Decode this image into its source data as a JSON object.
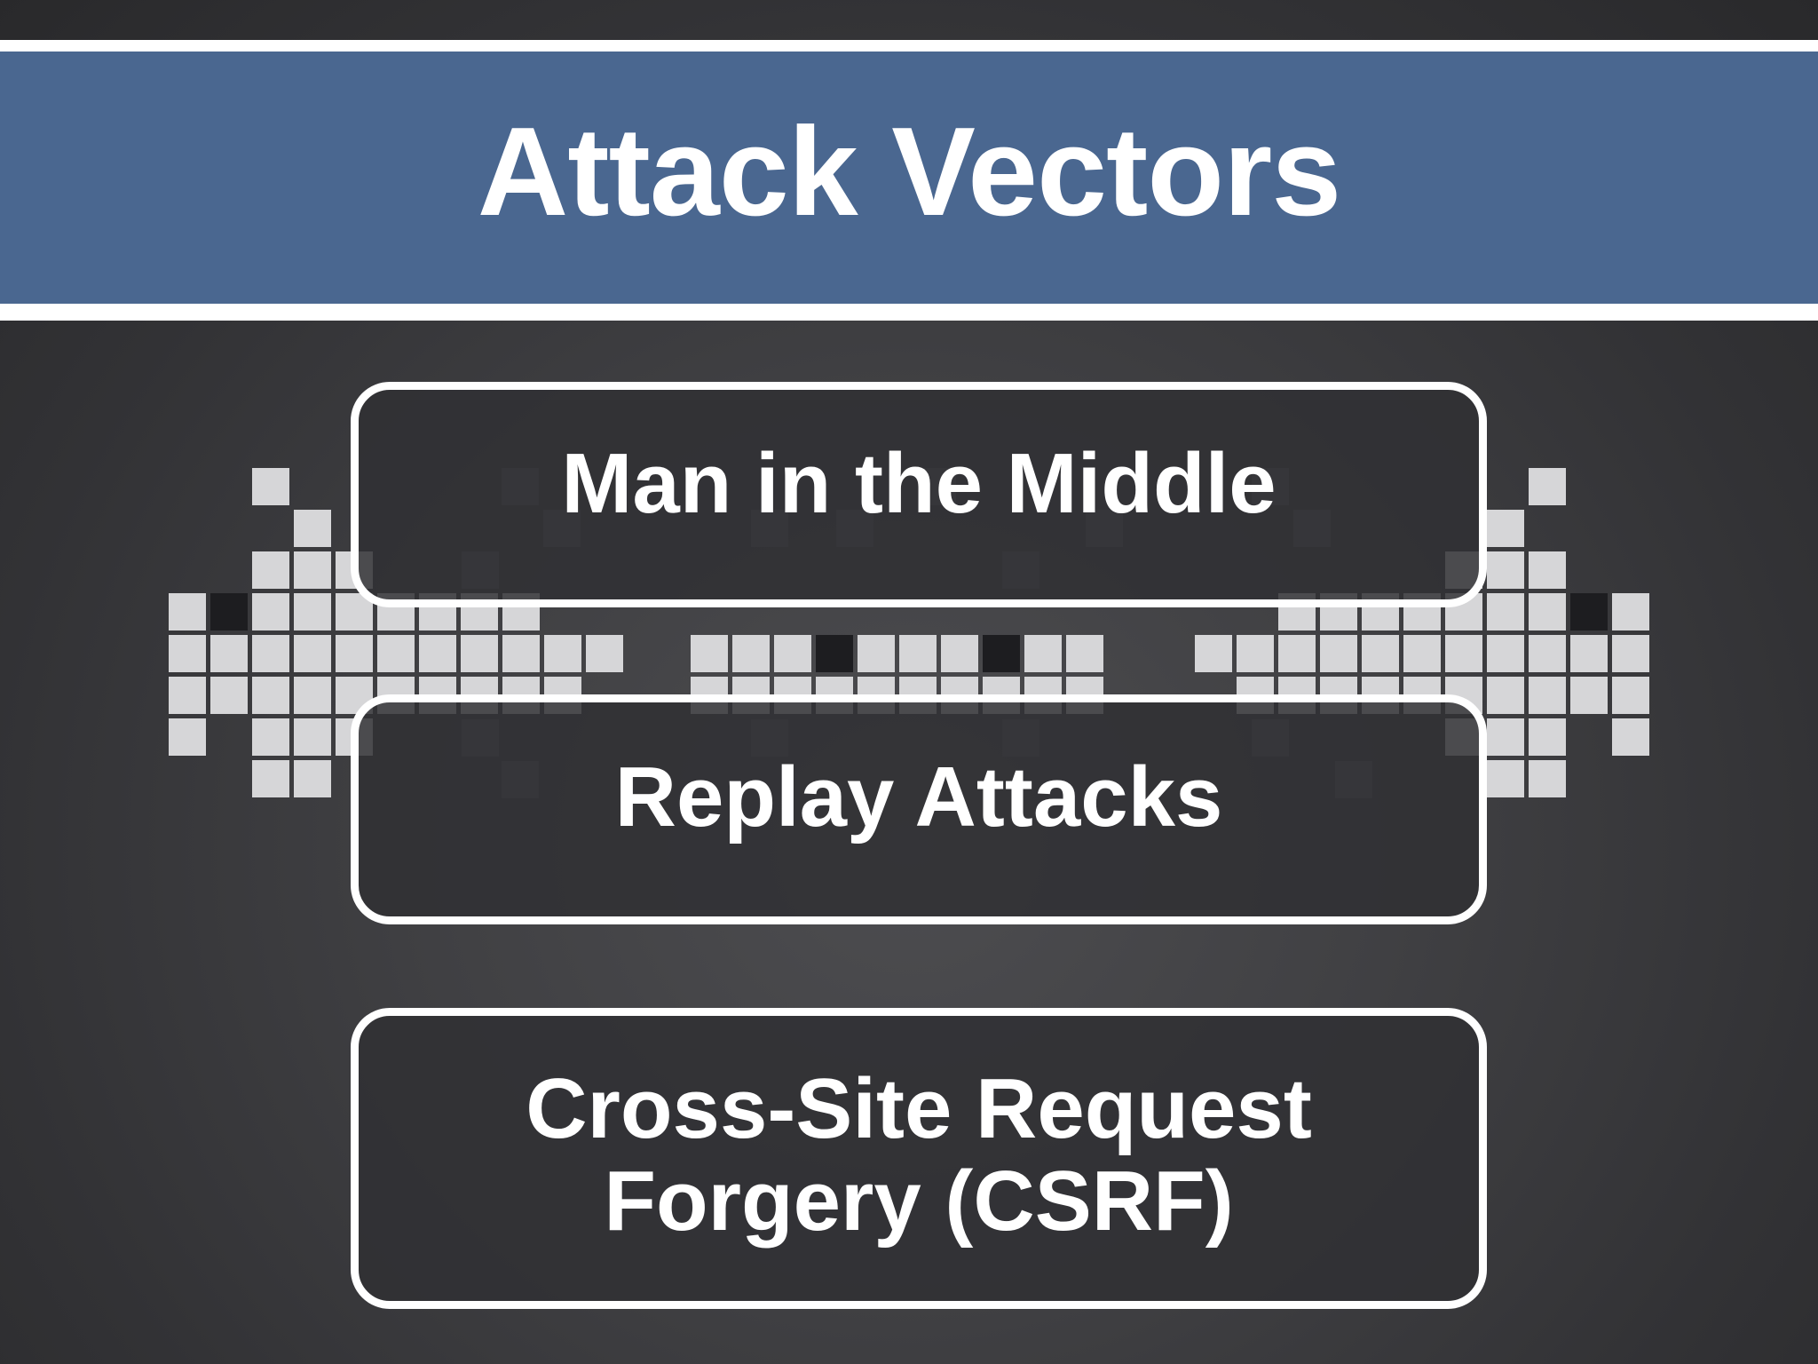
{
  "slide": {
    "title": "Attack Vectors",
    "items": [
      {
        "lines": [
          "Man in the Middle"
        ]
      },
      {
        "lines": [
          "Replay Attacks"
        ]
      },
      {
        "lines": [
          "Cross-Site Request",
          "Forgery (CSRF)"
        ]
      }
    ]
  },
  "colors": {
    "background": "#3a3a3d",
    "title_bar": "#4a6790",
    "pixel_tile": "#d6d6d8",
    "text": "#ffffff"
  },
  "decoration": "space-invader-pixel-art"
}
